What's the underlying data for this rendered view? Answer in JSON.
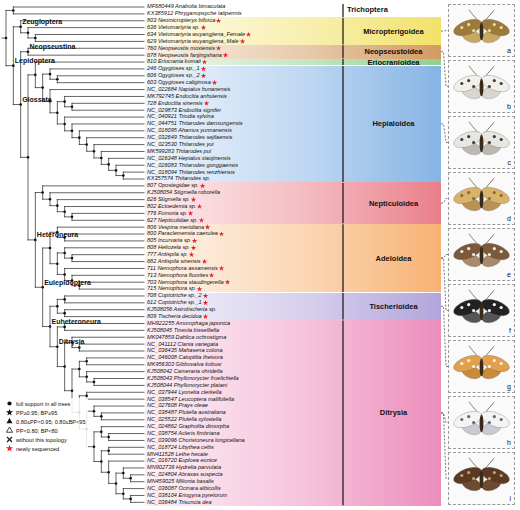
{
  "diagram": {
    "nodes": [
      {
        "text": [
          "Micropterigoidea"
        ]
      },
      {
        "text": [
          "Neopseustoidea"
        ]
      },
      {
        "text": [
          "Eriocranioidea"
        ]
      },
      {
        "text": [
          "Hepialoidea"
        ]
      },
      {
        "text": [
          "Nepticuloidea"
        ]
      },
      {
        "text": [
          "Adeloidea"
        ]
      },
      {
        "text": [
          "Tischerioidea"
        ]
      },
      {
        "text": [
          "Ditrysia"
        ]
      },
      {
        "text": [
          "a"
        ]
      },
      {
        "text": [
          "b"
        ]
      },
      {
        "text": [
          "c"
        ]
      },
      {
        "text": [
          "d"
        ]
      },
      {
        "text": [
          "e"
        ]
      },
      {
        "text": [
          "f"
        ]
      },
      {
        "text": [
          "g"
        ]
      },
      {
        "text": [
          "h"
        ]
      },
      {
        "text": [
          "i"
        ]
      }
    ],
    "edges": [
      {
        "from": 0,
        "to": 8,
        "arrow": "none"
      },
      {
        "from": 1,
        "to": 9,
        "arrow": "none"
      },
      {
        "from": 3,
        "to": 10,
        "arrow": "none"
      },
      {
        "from": 4,
        "to": 11,
        "arrow": "none"
      },
      {
        "from": 5,
        "to": 12,
        "arrow": "none"
      },
      {
        "from": 5,
        "to": 13,
        "arrow": "none"
      },
      {
        "from": 6,
        "to": 14,
        "arrow": "none"
      },
      {
        "from": 7,
        "to": 15,
        "arrow": "none"
      },
      {
        "from": 7,
        "to": 16,
        "arrow": "none"
      }
    ],
    "labels": [
      "MF680449 Anabolia bimaculata",
      "KX385912 Phryganopsyche latipennis",
      "803 Neomicropteryx bifurca",
      "636 Vietomartyria sp.",
      "634 Vietomartyria wuyangjiena_Female",
      "629 Vietomartyria wuyangjiena_Male",
      "760 Neopseustis moxiensis",
      "678 Neopseustis fanjingshana",
      "810 Eriocrania komaii",
      "246 Ogygioses sp._1",
      "606 Ogygioses sp._2",
      "603 Ogygioses caliginosa",
      "NC_022684 Napialus hunanensis",
      "MK792745 Endoclita anhuiensis",
      "728 Endoclita sinensis",
      "NC_029873 Endoclita signifer",
      "NC_040921 Triodia sylvina",
      "NC_044751 Thitarodes damxungensis",
      "NC_018095 Ahamus yunnanensis",
      "NC_032649 Thitarodes sejilaensis",
      "NC_023530 Thitarodes yui",
      "MK599283 Thitarodes pui",
      "NC_026348 Hepialus xiaojinensis",
      "NC_026083 Thitarodes gonggaensis",
      "NC_018094 Thitarodes renzhiensis",
      "KX357574 Thitarodes sp.",
      "807 Opostegidae sp.",
      "KJ508054 Stigmella roborella",
      "626 Stigmella sp.",
      "802 Ectoedemia sp.",
      "776 Fomoria sp.",
      "627 Nepticulidae sp.",
      "806 Vespina meridiana",
      "800 Paraclemensia caerulea",
      "805 Incurvaria sp.",
      "808 Heliozela sp.",
      "777 Antispila sp.",
      "682 Antispila sinensis",
      "711 Nemophora assamensis",
      "713 Nemophora fluorites",
      "703 Nemophora staudingerella",
      "715 Nemophora sp.",
      "708 Coptotriche sp._2",
      "612 Coptotriche sp._1",
      "KJ508056 Astrotischeria sp.",
      "809 Tischeria decidua",
      "MH922255 Amorophaga japonica",
      "KJ508045 Tineola bisselliella",
      "MK047859 Dahlica ochrostigma",
      "NC_041112 Clania variegata",
      "NC_036435 Mahasena colona",
      "NC_046008 Caloptilia theivora",
      "MK956303 Gibbovalva kobusi",
      "KJ508042 Cameraria ohridella",
      "KJ508043 Phyllonorycter froelichiella",
      "KJ508044 Phyllonorycter platani",
      "NC_037944 Lyonetia clerkella",
      "NC_038547 Leucoptera malifoliella",
      "NC_027608 Prays oleae",
      "NC_038487 Plutella australiana",
      "NC_025522 Plutella xylostella",
      "NC_024862 Grapholita dimorpha",
      "NC_038754 Acleris fimbriana",
      "NC_039096 Choristoneura longicellana",
      "NC_018724 Libythea celtis",
      "MN411528 Lethe hecate",
      "NC_016720 Euploea eunice",
      "MN902739 Hydrelia parvulata",
      "NC_024804 Abraxas suspecta",
      "MN459025 Milionia basalis",
      "NC_036087 Ocinara albicollis",
      "NC_038104 Eriogyna pyretorum",
      "NC_036484 Trisuncia dea",
      "Trichoptera",
      "Lepidoptera",
      "Zeugloptera",
      "Neopseustina",
      "Glossata",
      "Heteroneura",
      "Eulepidoptera",
      "Euheteroneura",
      "Ditrysia"
    ],
    "legend": [
      {
        "text": "full support in all trees"
      },
      {
        "text": "PP≥0.95; BP≥95"
      },
      {
        "text": "0.80≤PP<0.95; 0.80≤BP<95"
      },
      {
        "text": "PP<0.80; BP<80"
      },
      {
        "text": "without this topology"
      },
      {
        "text": "newly sequenced"
      }
    ]
  }
}
